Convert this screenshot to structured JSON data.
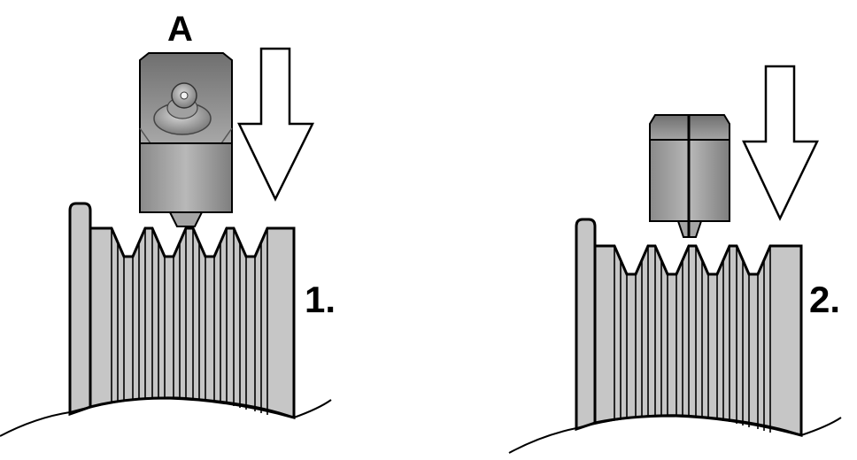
{
  "labels": {
    "tool": "A",
    "step_one": "1.",
    "step_two": "2."
  },
  "colors": {
    "outline": "#000000",
    "part_fill": "#c6c6c6",
    "tool_light": "#cdcdcd",
    "tool_dark": "#7a7a7a",
    "background": "#ffffff"
  },
  "icons": {
    "arrow": "down-arrow-icon",
    "tool": "cutting-tool-icon"
  }
}
